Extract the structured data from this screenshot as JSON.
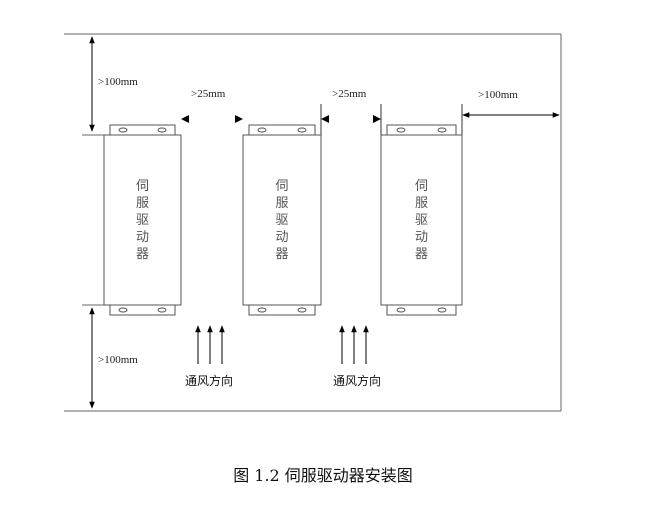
{
  "diagram": {
    "top_clearance_label": ">100mm",
    "bottom_clearance_label": ">100mm",
    "side_clearance_label": ">100mm",
    "gap_labels": [
      ">25mm",
      ">25mm"
    ],
    "driver_label_chars": [
      "伺",
      "服",
      "驱",
      "动",
      "器"
    ],
    "airflow_label": "通风方向",
    "line_color": "#444444",
    "arrow_color": "#000000"
  },
  "caption": "图 1.2  伺服驱动器安装图"
}
